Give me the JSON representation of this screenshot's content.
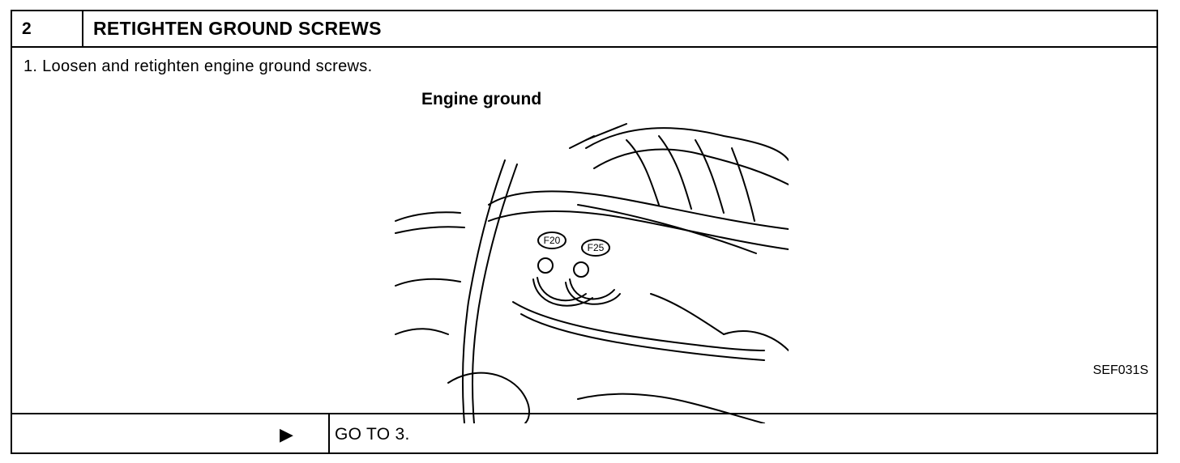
{
  "header": {
    "step_number": "2",
    "title": "RETIGHTEN GROUND SCREWS"
  },
  "instruction": "1. Loosen and retighten engine ground screws.",
  "figure": {
    "label": "Engine ground",
    "callouts": [
      "F20",
      "F25"
    ],
    "code": "SEF031S"
  },
  "footer": {
    "arrow_icon": "play-arrow-icon",
    "action": "GO TO 3."
  }
}
